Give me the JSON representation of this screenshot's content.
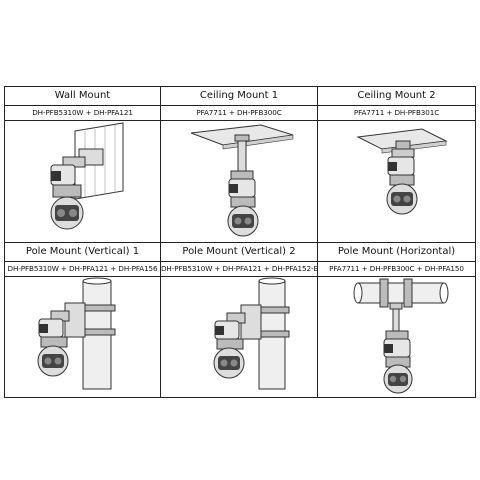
{
  "mounts": [
    {
      "title": "Wall Mount",
      "models": "DH-PFB5310W + DH-PFA121",
      "icon": "wall-mount-illustration"
    },
    {
      "title": "Ceiling Mount 1",
      "models": "PFA7711 + DH-PFB300C",
      "icon": "ceiling-mount-1-illustration"
    },
    {
      "title": "Ceiling Mount 2",
      "models": "PFA7711 + DH-PFB301C",
      "icon": "ceiling-mount-2-illustration"
    },
    {
      "title": "Pole Mount (Vertical) 1",
      "models": "DH-PFB5310W + DH-PFA121 + DH-PFA156",
      "icon": "pole-vertical-1-illustration"
    },
    {
      "title": "Pole Mount (Vertical) 2",
      "models": "DH-PFB5310W + DH-PFA121 + DH-PFA152-E",
      "icon": "pole-vertical-2-illustration"
    },
    {
      "title": "Pole Mount (Horizontal)",
      "models": "PFA7711 + DH-PFB300C + DH-PFA150",
      "icon": "pole-horizontal-illustration"
    }
  ]
}
